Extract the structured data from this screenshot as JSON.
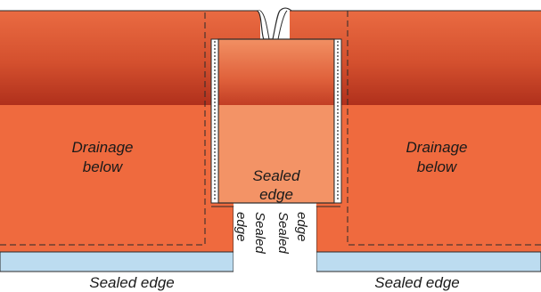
{
  "labels": {
    "drainage_left": [
      "Drainage",
      "below"
    ],
    "drainage_right": [
      "Drainage",
      "below"
    ],
    "sealed_center": [
      "Sealed",
      "edge"
    ],
    "sealed_left_bottom": "Sealed edge",
    "sealed_right_bottom": "Sealed edge",
    "vertical_labels": [
      "Sealed",
      "edge",
      "Sealed",
      "edge"
    ]
  },
  "colors": {
    "panel_orange": "#ef6a3e",
    "panel_top_light": "#ea6a40",
    "panel_top_dark": "#b83420",
    "center_panel_light": "#f39366",
    "water_blue": "#bcdcf0",
    "outline": "#2a2a2a"
  }
}
